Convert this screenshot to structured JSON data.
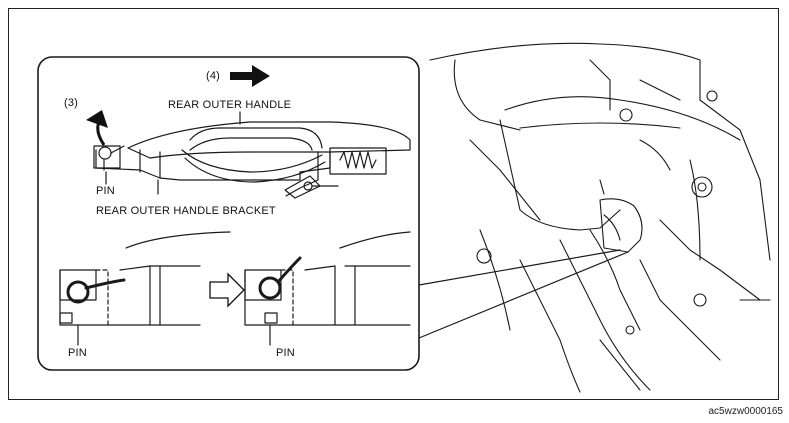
{
  "labels": {
    "step3": "(3)",
    "step4": "(4)",
    "rear_outer_handle": "REAR OUTER HANDLE",
    "pin_top": "PIN",
    "rear_outer_handle_bracket": "REAR OUTER HANDLE BRACKET",
    "pin_left": "PIN",
    "pin_right": "PIN"
  },
  "figure_code": "ac5wzw0000165",
  "icons": [
    "curved-arrow-icon",
    "right-arrow-icon",
    "hollow-right-arrow-icon"
  ]
}
